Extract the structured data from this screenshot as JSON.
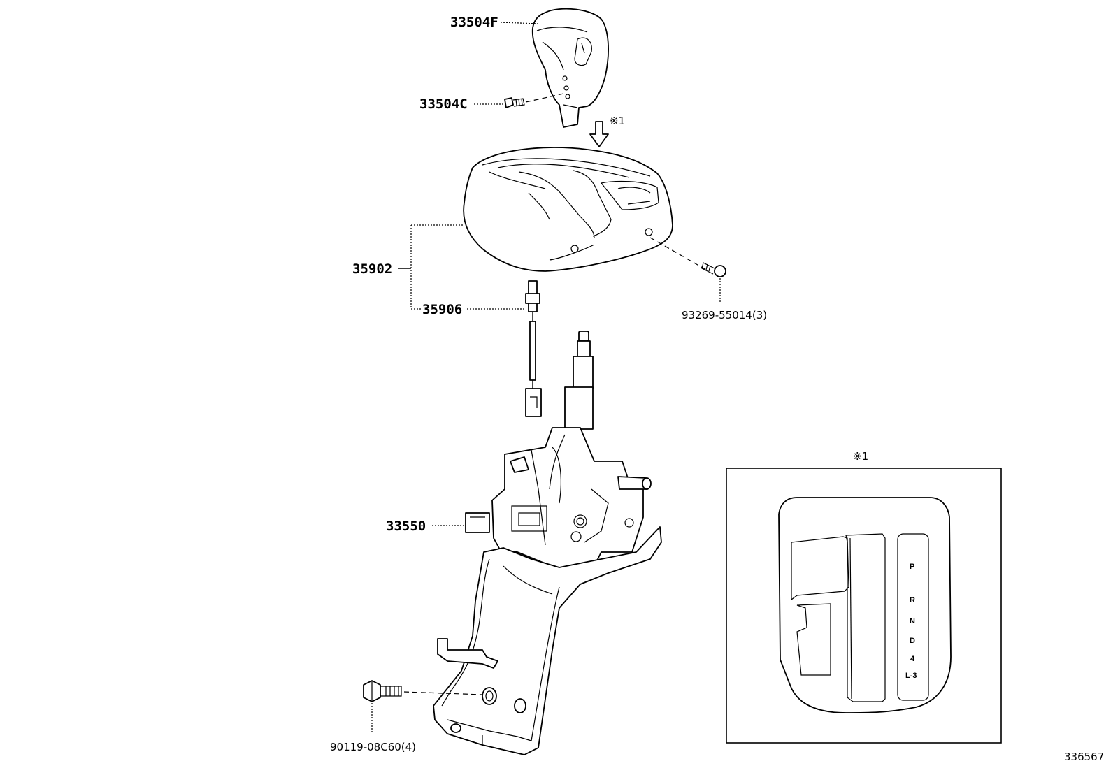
{
  "diagram_id": "336567",
  "labels": {
    "knob": "33504F",
    "knob_screw": "33504C",
    "bezel_assy": "35902",
    "bulb": "35906",
    "screw": "93269-55014(3)",
    "shift_lever_assy": "33550",
    "bolt": "90119-08C60(4)",
    "ref_mark": "※1",
    "inset_title": "※1"
  },
  "gate_positions": [
    "P",
    "R",
    "N",
    "D",
    "4",
    "L-3"
  ]
}
